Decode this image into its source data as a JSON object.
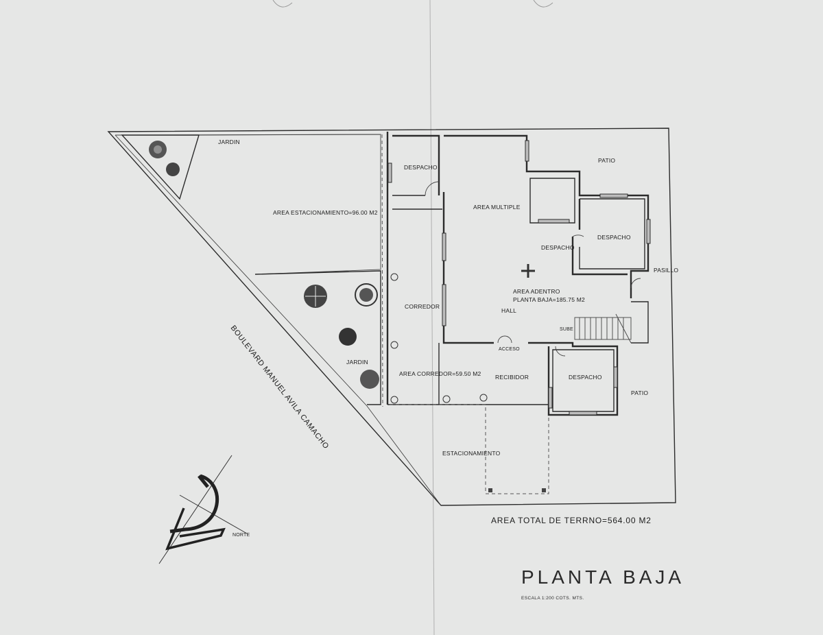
{
  "rooms": {
    "jardin_top": "JARDIN",
    "area_estacionamiento": "AREA ESTACIONAMIENTO=96.00 M2",
    "despacho_1": "DESPACHO",
    "area_multiple": "AREA MULTIPLE",
    "patio_top": "PATIO",
    "despacho_2": "DESPACHO",
    "despacho_3": "DESPACHO",
    "pasillo": "PASILLO",
    "area_adentro_1": "AREA ADENTRO",
    "area_adentro_2": "PLANTA BAJA=185.75 M2",
    "hall": "HALL",
    "corredor": "CORREDOR",
    "sube": "SUBE",
    "acceso": "ACCESO",
    "jardin_mid": "JARDIN",
    "area_corredor": "AREA CORREDOR=59.50 M2",
    "recibidor": "RECIBIDOR",
    "despacho_4": "DESPACHO",
    "patio_right": "PATIO",
    "estacionamiento": "ESTACIONAMIENTO"
  },
  "street": "BOULEVARD MANUEL AVILA CAMACHO",
  "total_area": "AREA TOTAL DE TERRNO=564.00 M2",
  "north": "NORTE",
  "title": "PLANTA BAJA",
  "scale": "ESCALA 1:200   COTS. MTS."
}
